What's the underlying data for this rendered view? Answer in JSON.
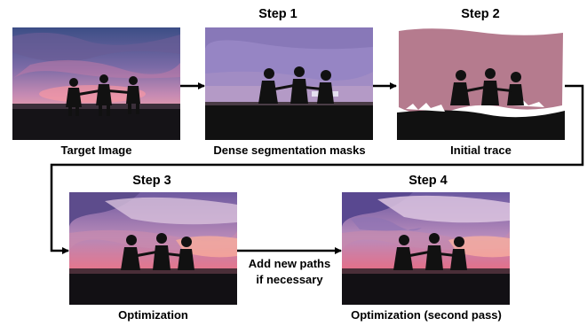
{
  "steps": {
    "step1": "Step 1",
    "step2": "Step 2",
    "step3": "Step 3",
    "step4": "Step 4"
  },
  "captions": {
    "target": "Target Image",
    "dense": "Dense segmentation masks",
    "initial": "Initial trace",
    "optimization": "Optimization",
    "second_pass": "Optimization (second pass)"
  },
  "arrow_note": {
    "line1": "Add new paths",
    "line2": "if necessary"
  },
  "colors": {
    "sky_purple": "#9685c4",
    "sunset_pink": "#e0607e",
    "silhouette": "#111111",
    "trace_mauve": "#b57b8e",
    "arrow": "#000000"
  }
}
